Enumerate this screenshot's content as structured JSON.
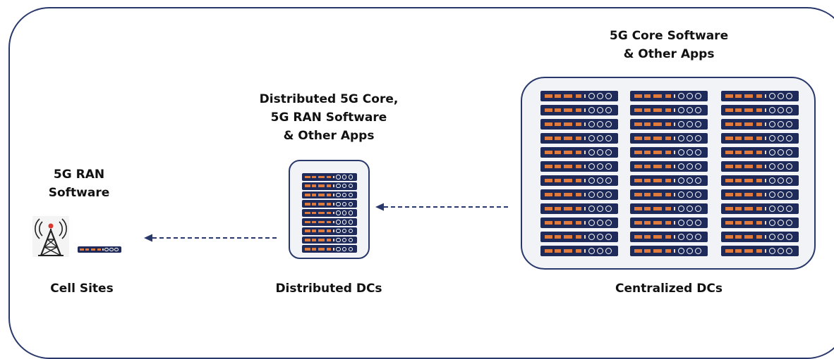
{
  "labels": {
    "central_top_1": "5G Core Software",
    "central_top_2": "& Other Apps",
    "distributed_top_1": "Distributed 5G Core,",
    "distributed_top_2": "5G RAN Software",
    "distributed_top_3": "& Other Apps",
    "cell_top_1": "5G RAN",
    "cell_top_2": "Software",
    "cell_bottom": "Cell Sites",
    "distributed_bottom": "Distributed DCs",
    "central_bottom": "Centralized DCs"
  },
  "racks": {
    "centralized": {
      "columns": 3,
      "servers_per_column": 12
    },
    "distributed": {
      "columns": 1,
      "servers_per_column": 9
    },
    "cell_site": {
      "columns": 1,
      "servers_per_column": 1
    }
  },
  "colors": {
    "border": "#28386b",
    "server": "#1e2a5a",
    "server_accent": "#e07a3a",
    "box_fill": "#f2f3f7",
    "arrow": "#28386b"
  },
  "icons": {
    "cell_tower": "cell-tower-icon"
  }
}
